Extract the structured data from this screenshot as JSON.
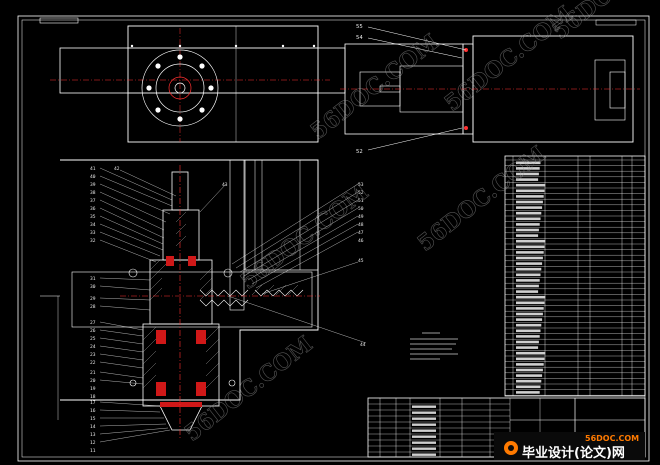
{
  "drawing": {
    "colors": {
      "background": "#000000",
      "line": "#ffffff",
      "centerline": "#ff3030",
      "section": "#d01818",
      "hatch": "#bdbdbd",
      "accent": "#ff7a00"
    },
    "callouts_top_view": [
      "55",
      "54",
      "52"
    ],
    "callouts_section_left": [
      "41",
      "40",
      "39",
      "38",
      "37",
      "36",
      "35",
      "34",
      "33",
      "32",
      "31",
      "30",
      "29",
      "28",
      "27",
      "26",
      "25",
      "24",
      "23",
      "22",
      "21",
      "20",
      "19",
      "18",
      "17",
      "16",
      "15",
      "14",
      "13",
      "12",
      "11"
    ],
    "callouts_section_right": [
      "53",
      "52",
      "51",
      "50",
      "49",
      "48",
      "47",
      "46",
      "45",
      "44",
      "43"
    ],
    "callout_section_top": "42",
    "watermark": "56DOC.COM",
    "brand": {
      "logo_text": "毕业设计(论文)网",
      "url": "56DOC.COM"
    }
  }
}
